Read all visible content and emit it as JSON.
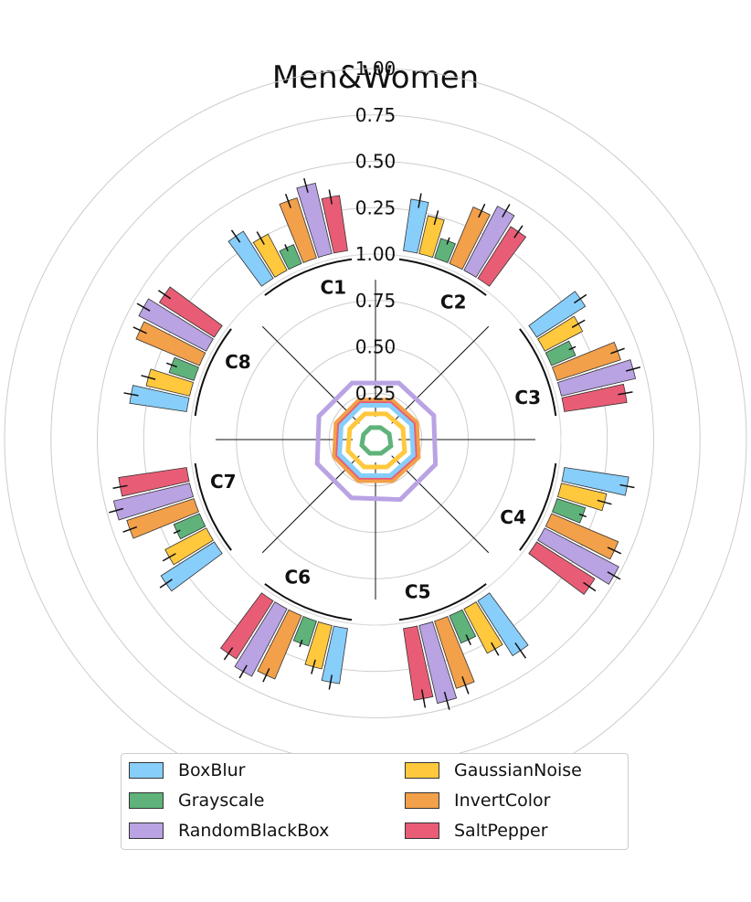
{
  "chart_data": {
    "type": "radial-bar",
    "title": "Men&Women",
    "ticks": [
      "0.25",
      "0.50",
      "0.75",
      "1.00"
    ],
    "tick_values": [
      0.25,
      0.5,
      0.75,
      1.0
    ],
    "categories": [
      "C1",
      "C2",
      "C3",
      "C4",
      "C5",
      "C6",
      "C7",
      "C8"
    ],
    "series": [
      {
        "name": "BoxBlur",
        "color": "#87cefa",
        "values": [
          0.33,
          0.31,
          0.34,
          0.38,
          0.38,
          0.33,
          0.37,
          0.34
        ],
        "errors": [
          0.04,
          0.04,
          0.04,
          0.04,
          0.05,
          0.04,
          0.04,
          0.04
        ],
        "inner_values": [
          0.2,
          0.2,
          0.21,
          0.22,
          0.21,
          0.21,
          0.21,
          0.2
        ]
      },
      {
        "name": "GaussianNoise",
        "color": "#ffc83d",
        "values": [
          0.25,
          0.24,
          0.26,
          0.28,
          0.3,
          0.27,
          0.28,
          0.27
        ],
        "errors": [
          0.04,
          0.04,
          0.04,
          0.04,
          0.04,
          0.04,
          0.04,
          0.04
        ],
        "inner_values": [
          0.15,
          0.15,
          0.16,
          0.17,
          0.16,
          0.16,
          0.16,
          0.15
        ]
      },
      {
        "name": "Grayscale",
        "color": "#5fb37a",
        "values": [
          0.14,
          0.14,
          0.17,
          0.19,
          0.19,
          0.17,
          0.18,
          0.17
        ],
        "errors": [
          0.02,
          0.02,
          0.02,
          0.02,
          0.03,
          0.02,
          0.02,
          0.03
        ],
        "inner_values": [
          0.07,
          0.07,
          0.08,
          0.09,
          0.08,
          0.08,
          0.08,
          0.07
        ]
      },
      {
        "name": "InvertColor",
        "color": "#f2a04a",
        "values": [
          0.37,
          0.36,
          0.39,
          0.42,
          0.41,
          0.4,
          0.41,
          0.4
        ],
        "errors": [
          0.04,
          0.04,
          0.04,
          0.04,
          0.05,
          0.04,
          0.04,
          0.04
        ],
        "inner_values": [
          0.23,
          0.23,
          0.24,
          0.25,
          0.24,
          0.24,
          0.24,
          0.23
        ]
      },
      {
        "name": "RandomBlackBox",
        "color": "#b9a3e3",
        "values": [
          0.42,
          0.42,
          0.44,
          0.48,
          0.46,
          0.44,
          0.45,
          0.44
        ],
        "errors": [
          0.04,
          0.04,
          0.04,
          0.04,
          0.05,
          0.04,
          0.04,
          0.04
        ],
        "inner_values": [
          0.33,
          0.33,
          0.34,
          0.35,
          0.35,
          0.34,
          0.34,
          0.33
        ]
      },
      {
        "name": "SaltPepper",
        "color": "#e85d75",
        "values": [
          0.33,
          0.36,
          0.37,
          0.4,
          0.42,
          0.4,
          0.4,
          0.38
        ],
        "errors": [
          0.04,
          0.04,
          0.04,
          0.04,
          0.05,
          0.04,
          0.04,
          0.04
        ],
        "inner_values": [
          0.21,
          0.21,
          0.22,
          0.23,
          0.22,
          0.22,
          0.22,
          0.21
        ]
      }
    ],
    "legend_order": [
      "BoxBlur",
      "GaussianNoise",
      "Grayscale",
      "InvertColor",
      "RandomBlackBox",
      "SaltPepper"
    ],
    "legend_position": "bottom-center",
    "grid": true
  }
}
